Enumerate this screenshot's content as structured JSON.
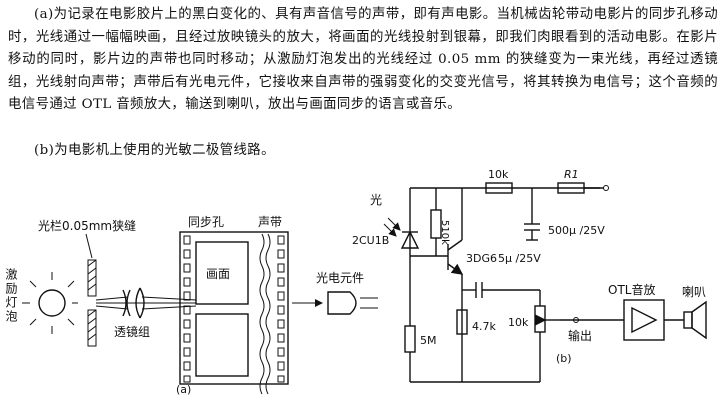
{
  "text": {
    "para_a": "(a)为记录在电影胶片上的黑白变化的、具有声音信号的声带，即有声电影。当机械齿轮带动电影片的同步孔移动时，光线通过一幅幅映画，且经过放映镜头的放大，将画面的光线投射到银幕，即我们肉眼看到的活动电影。在影片移动的同时，影片边的声带也同时移动；从激励灯泡发出的光线经过 0.05 mm 的狭缝变为一束光线，再经过透镜组，光线射向声带；声带后有光电元件，它接收来自声带的强弱变化的交变光信号，将其转换为电信号；这个音频的电信号通过 OTL 音频放大，输送到喇叭，放出与画面同步的语言或音乐。",
    "para_b": "(b)为电影机上使用的光敏二极管线路。"
  },
  "figure_a": {
    "lamp_label": "激励灯泡",
    "slit_label": "光栏0.05mm狭缝",
    "lens_label": "透镜组",
    "sync_hole_label": "同步孔",
    "soundtrack_label": "声带",
    "frame_label": "画面",
    "photo_element_label": "光电元件",
    "caption": "(a)"
  },
  "figure_b": {
    "light_label": "光",
    "diode_label": "2CU1B",
    "r1_label": "10k",
    "r1_name": "R1",
    "r_510k": "510k",
    "cap_500": "500μ  /25V",
    "transistor_label": "3DG6",
    "cap_5": "5μ  /25V",
    "r_5m": "5M",
    "r_4_7k": "4.7k",
    "pot_label": "10k",
    "amp_label": "OTL音放",
    "speaker_label": "喇叭",
    "output_label": "输出",
    "caption": "(b)"
  }
}
